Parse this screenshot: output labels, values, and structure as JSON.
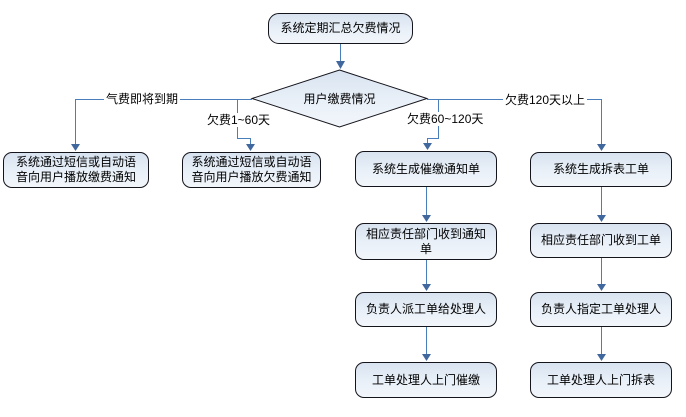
{
  "flowchart": {
    "start": {
      "label": "系统定期汇总欠费情况"
    },
    "decision": {
      "label": "用户缴费情况"
    },
    "branches": [
      {
        "condition": "气费即将到期",
        "steps": [
          "系统通过短信或自动语音向用户播放缴费通知"
        ]
      },
      {
        "condition": "欠费1~60天",
        "steps": [
          "系统通过短信或自动语音向用户播放欠费通知"
        ]
      },
      {
        "condition": "欠费60~120天",
        "steps": [
          "系统生成催缴通知单",
          "相应责任部门收到通知单",
          "负责人派工单给处理人",
          "工单处理人上门催缴"
        ]
      },
      {
        "condition": "欠费120天以上",
        "steps": [
          "系统生成拆表工单",
          "相应责任部门收到工单",
          "负责人指定工单处理人",
          "工单处理人上门拆表"
        ]
      }
    ],
    "colors": {
      "canvas_bg": "#ffffff",
      "node_fill_top": "#d8e3f0",
      "node_fill_bottom": "#f2f6fb",
      "node_border": "#14141c",
      "connector_line": "#4a7ebb",
      "arrowhead": "#40679e",
      "text": "#000000"
    }
  }
}
